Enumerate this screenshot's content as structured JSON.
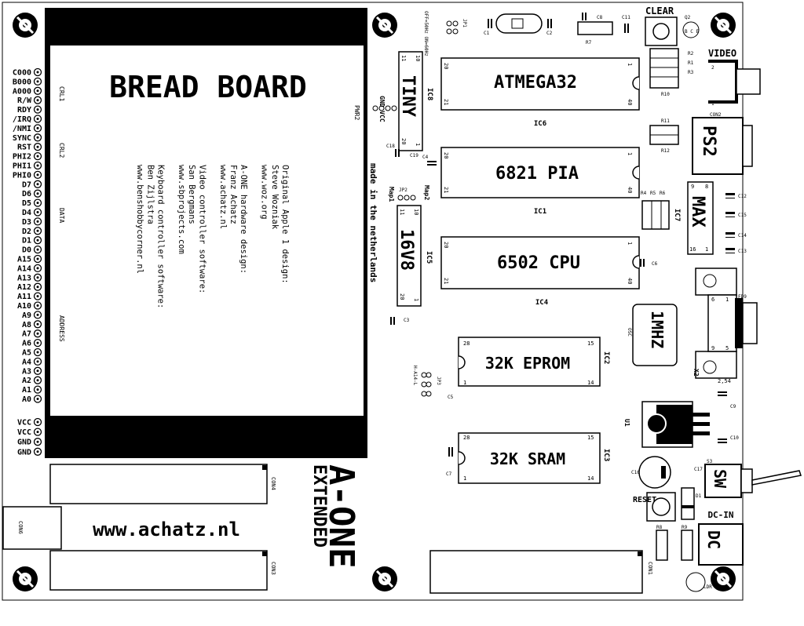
{
  "silkscreen": {
    "breadboard_title": "BREAD BOARD",
    "website": "www.achatz.nl",
    "brand": "A-ONE",
    "brand_sub": "EXTENDED",
    "made_in": "made in the netherlands",
    "credits": [
      "Original Apple 1 design:",
      "Steve Wozniak",
      "www.woz.org",
      "",
      "A-ONE hardware design:",
      "Franz Achatz",
      "www.achatz.nl",
      "",
      "Video controller software:",
      "San Bergmans",
      "www.sbprojects.com",
      "",
      "Keyboard controller software:",
      "Ben Zijlstra",
      "www.benshobbycorner.nl"
    ],
    "bb_labels": [
      "CRL1",
      "CRL2",
      "DATA",
      "ADDRESS",
      "PWR2"
    ]
  },
  "bus_pins": [
    "C000",
    "B000",
    "A000",
    "R/W",
    "RDY",
    "/IRQ",
    "/NMI",
    "SYNC",
    "RST",
    "PHI2",
    "PHI1",
    "PHI0",
    "D7",
    "D6",
    "D5",
    "D4",
    "D3",
    "D2",
    "D1",
    "D0",
    "A15",
    "A14",
    "A13",
    "A12",
    "A11",
    "A10",
    "A9",
    "A8",
    "A7",
    "A6",
    "A5",
    "A4",
    "A3",
    "A2",
    "A1",
    "A0"
  ],
  "power_pins": [
    "VCC",
    "VCC",
    "GND",
    "GND"
  ],
  "chips": {
    "atmega": {
      "label": "ATMEGA32",
      "ref": "IC6",
      "p1": "20",
      "p2": "21",
      "p3": "1",
      "p4": "40"
    },
    "pia": {
      "label": "6821 PIA",
      "ref": "IC1",
      "p1": "20",
      "p2": "21",
      "p3": "1",
      "p4": "40"
    },
    "cpu": {
      "label": "6502 CPU",
      "ref": "IC4",
      "p1": "20",
      "p2": "21",
      "p3": "1",
      "p4": "40"
    },
    "eprom": {
      "label": "32K EPROM",
      "ref": "IC2",
      "p1": "28",
      "p2": "1",
      "p3": "15",
      "p4": "14"
    },
    "sram": {
      "label": "32K SRAM",
      "ref": "IC3",
      "p1": "28",
      "p2": "1",
      "p3": "15",
      "p4": "14"
    },
    "tiny": {
      "label": "TINY",
      "ref": "IC8",
      "p1": "11",
      "p2": "10",
      "p3": "20",
      "p4": "1"
    },
    "gal": {
      "label": "16V8",
      "ref": "IC5",
      "p1": "11",
      "p2": "10",
      "p3": "20",
      "p4": "1"
    },
    "max": {
      "label": "MAX",
      "ref": "IC7",
      "p1": "9",
      "p2": "8",
      "p3": "16",
      "p4": "1"
    }
  },
  "parts": {
    "clear": "CLEAR",
    "video": "VIDEO",
    "ps2": "PS2",
    "con2": "CON2",
    "osc_label": "1MHZ",
    "osc_ref": "OSC",
    "sw": "SW",
    "dc": "DC",
    "dcin": "DC-IN",
    "reset": "RESET",
    "u1": "U1",
    "x2": "X2",
    "con1": "CON1",
    "con3": "CON3",
    "con4": "CON4",
    "con6": "CON6",
    "gndvcc": "GND VCC",
    "map1": "Map1",
    "map2": "Map2",
    "jp1": "JP1",
    "jp1_opt": "OFF=50Hz ON=60Hz",
    "jp2": "JP2",
    "jp3": "JP3",
    "jp3_opt": "H-A14-L",
    "d1": "D1",
    "ldr": "LDR",
    "p254": "2,54",
    "p9": "9",
    "p6": "6",
    "p5": "5",
    "p1": "1",
    "p2": "2",
    "s3": "S3",
    "q2": "Q2",
    "ebc": "B C E",
    "caps": [
      "C1",
      "C2",
      "C8",
      "C11",
      "C18",
      "C19",
      "C4",
      "C3",
      "C6",
      "C5",
      "C7",
      "C9",
      "C10",
      "C16",
      "C17",
      "C12",
      "C13",
      "C14",
      "C15"
    ],
    "res": [
      "R7",
      "R2",
      "R1",
      "R3",
      "R10",
      "R11",
      "R12",
      "R4",
      "R5",
      "R6",
      "R8",
      "R9"
    ],
    "fd9": "FD9"
  }
}
